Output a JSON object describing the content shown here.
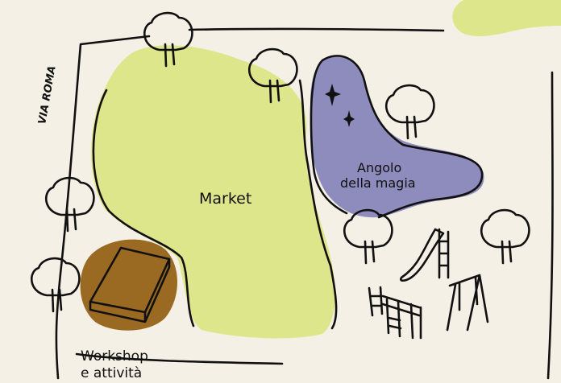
{
  "colors": {
    "background": "#f5f0e5",
    "market": "#dde68b",
    "magic_corner": "#8e8bbd",
    "workshop": "#9b6a22",
    "ink": "#111111"
  },
  "labels": {
    "street": "VIA ROMA",
    "market": "Market",
    "magic_line1": "Angolo",
    "magic_line2": "della magia",
    "workshop_line1": "Workshop",
    "workshop_line2": "e attività"
  },
  "icons": [
    "tree-icon",
    "sparkle-icon",
    "slide-icon",
    "swing-icon",
    "climbing-frame-icon",
    "table-icon"
  ]
}
